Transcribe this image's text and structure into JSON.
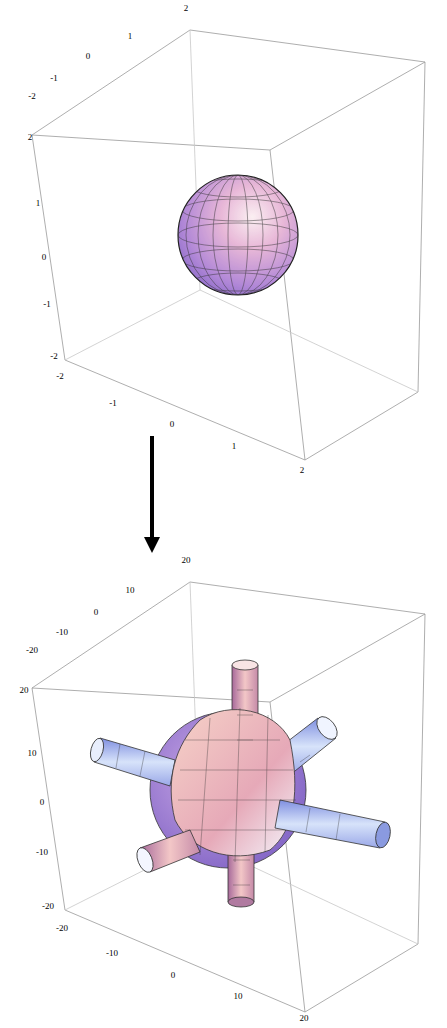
{
  "diagram": {
    "labels": [
      "2",
      "1",
      "0",
      "-1",
      "-2",
      "2",
      "1",
      "0",
      "-1",
      "-2",
      "-2",
      "-1",
      "0",
      "1",
      "2",
      "20",
      "10",
      "0",
      "-10",
      "-20",
      "20",
      "10",
      "0",
      "-10",
      "-20",
      "-20",
      "-10",
      "0",
      "10",
      "20"
    ]
  }
}
